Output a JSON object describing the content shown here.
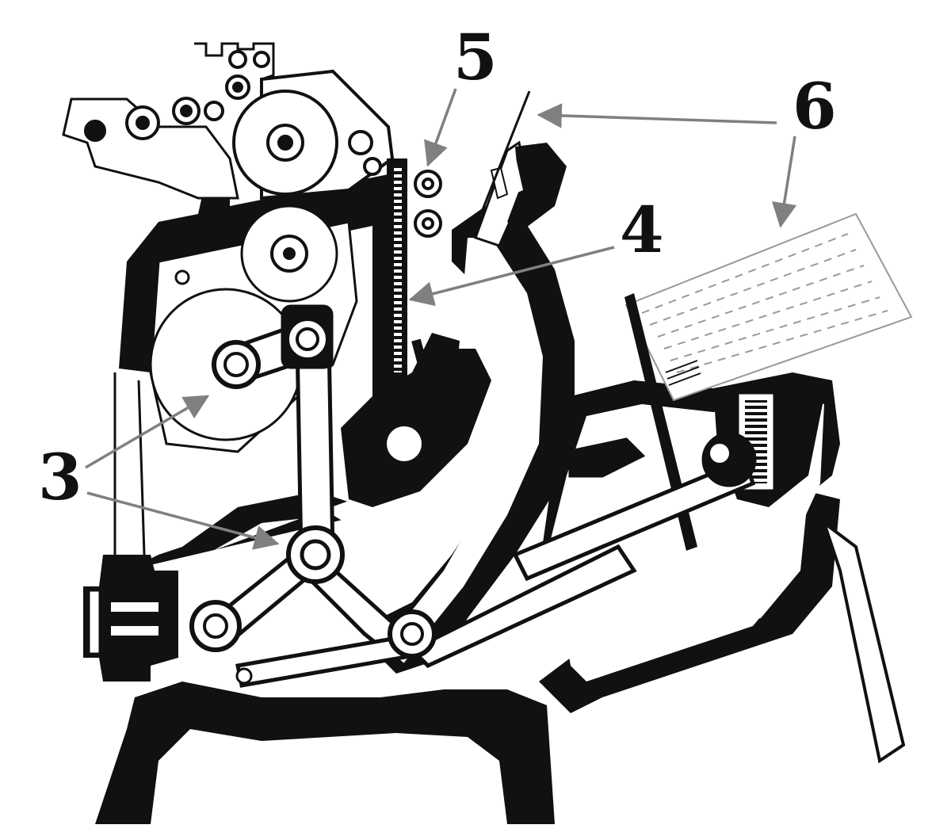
{
  "callouts": [
    {
      "id": "3",
      "label": "3"
    },
    {
      "id": "4",
      "label": "4"
    },
    {
      "id": "5",
      "label": "5"
    },
    {
      "id": "6",
      "label": "6"
    }
  ],
  "colors": {
    "ink": "#111111",
    "arrow": "#808080",
    "paper": "#ffffff"
  }
}
